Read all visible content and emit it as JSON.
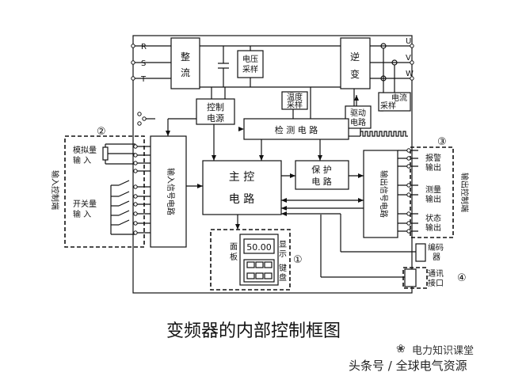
{
  "diagram": {
    "terminals_in": [
      "R",
      "S",
      "T"
    ],
    "terminals_out": [
      "U",
      "V",
      "W"
    ],
    "rectifier": "整流",
    "voltage_sampling": [
      "电压",
      "采样"
    ],
    "inverter": "逆变",
    "temp_sampling": [
      "温度",
      "采样"
    ],
    "current_sampling": [
      "电流",
      "采样"
    ],
    "control_power": [
      "控制",
      "电源"
    ],
    "drive_circuit": [
      "驱动",
      "电路"
    ],
    "detect_circuit": "检 测 电 路",
    "main_control": [
      "主  控",
      "电  路"
    ],
    "protect_circuit": [
      "保  护",
      "电  路"
    ],
    "input_signal_circuit": "输入信号电路",
    "output_signal_circuit": "输出信号电路",
    "input_terminal_label": "输入控制端",
    "output_terminal_label": "输出控制端",
    "analog_input": [
      "模拟量",
      "输  入"
    ],
    "switch_input": [
      "开关量",
      "输  入"
    ],
    "alarm_output": [
      "报警",
      "输出"
    ],
    "measure_output": [
      "测量",
      "输出"
    ],
    "status_output": [
      "状态",
      "输出"
    ],
    "panel_label": [
      "面",
      "板"
    ],
    "display_value": "50.00",
    "display_label": [
      "显",
      "示"
    ],
    "keyboard_label": [
      "键",
      "盘"
    ],
    "encoder": [
      "编码",
      "器"
    ],
    "comm_port": [
      "通讯",
      "接口"
    ],
    "markers": [
      "①",
      "②",
      "③",
      "④"
    ]
  },
  "caption": "变频器的内部控制框图",
  "watermark": {
    "title": "电力知识课堂",
    "source": "头条号 / 全球电气资源"
  }
}
